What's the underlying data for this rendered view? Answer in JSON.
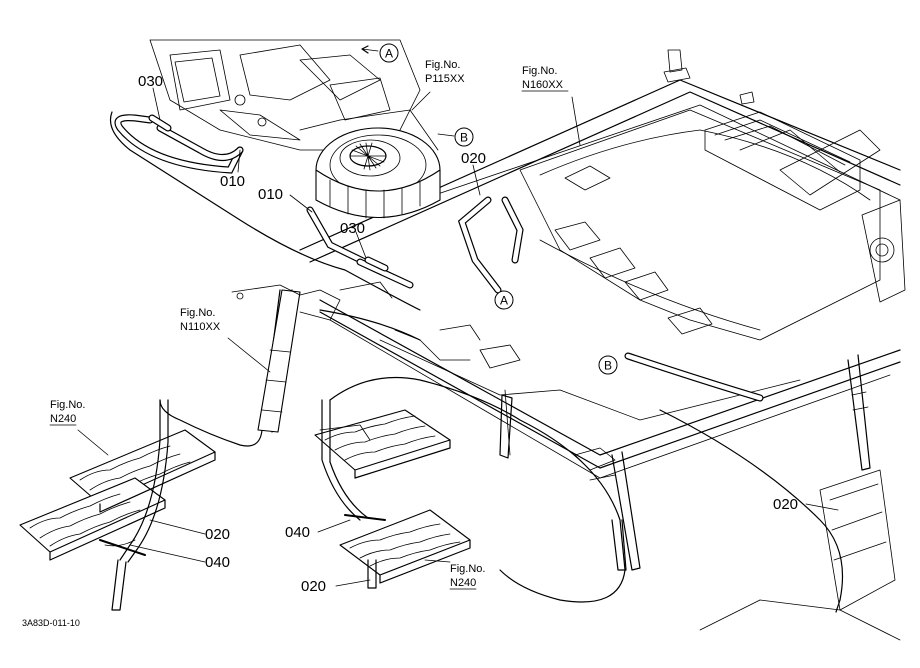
{
  "part_labels": {
    "p030_top": "030",
    "p010_left": "010",
    "p010_mid": "010",
    "p030_mid": "030",
    "p020_top": "020",
    "p020_mid": "020",
    "p040_left": "040",
    "p040_mid": "040",
    "p020_bottom": "020",
    "p020_right": "020"
  },
  "figure_refs": {
    "p115": {
      "prefix": "Fig.No.",
      "number": "P115XX"
    },
    "n160": {
      "prefix": "Fig.No.",
      "number": "N160XX"
    },
    "n110": {
      "prefix": "Fig.No.",
      "number": "N110XX"
    },
    "n240_left": {
      "prefix": "Fig.No.",
      "number": "N240"
    },
    "n240_mid": {
      "prefix": "Fig.No.",
      "number": "N240"
    }
  },
  "connection_markers": {
    "a_top": "A",
    "b_top": "B",
    "a_mid": "A",
    "b_mid": "B"
  },
  "drawing_code": "3A83D-011-10"
}
